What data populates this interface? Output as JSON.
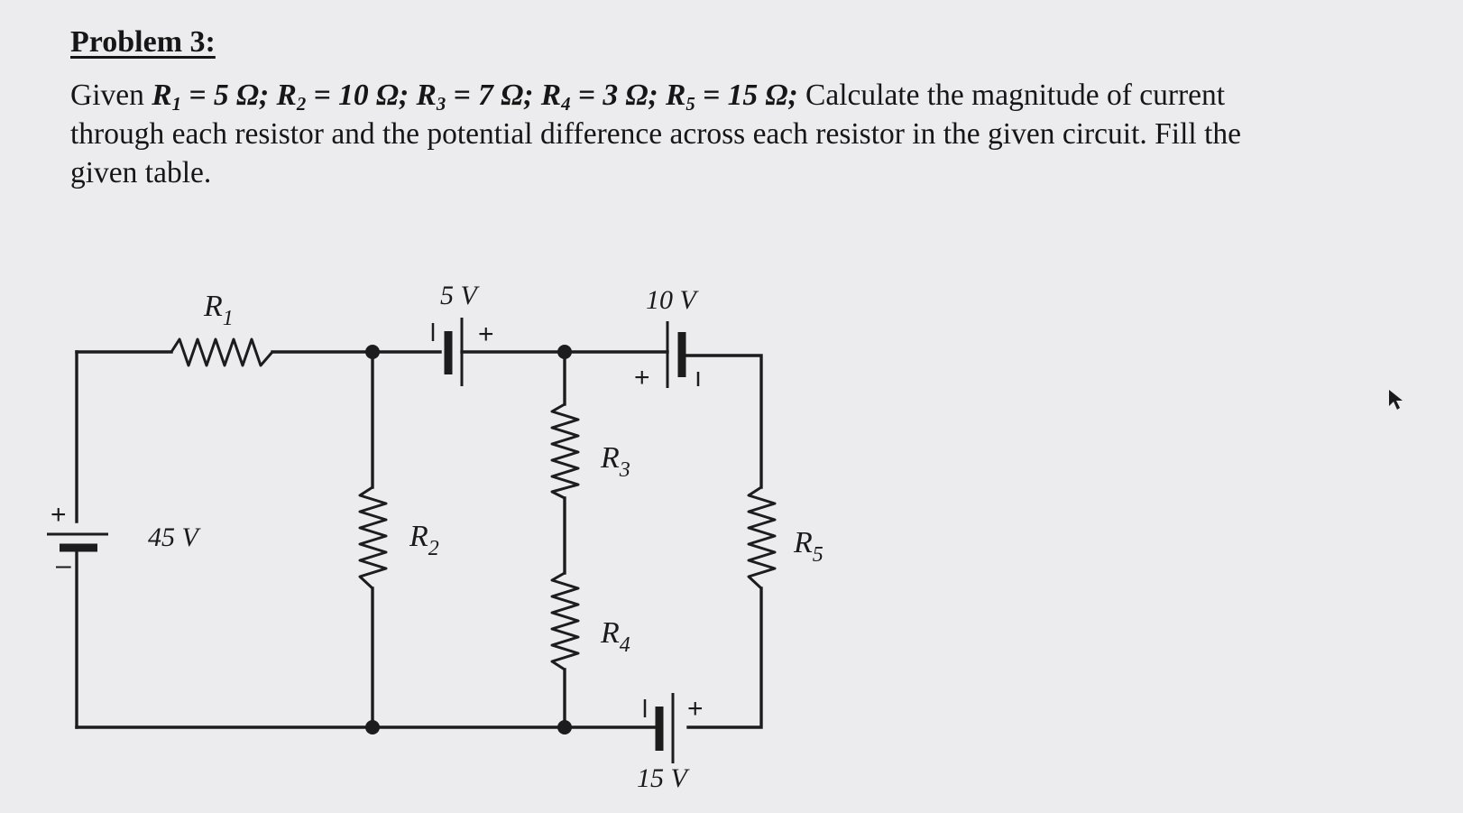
{
  "problem": {
    "title": "Problem 3:",
    "given_word": "Given",
    "resistors": [
      {
        "sym": "R",
        "sub": "1",
        "val": " = 5 Ω;"
      },
      {
        "sym": "R",
        "sub": "2",
        "val": " = 10 Ω;"
      },
      {
        "sym": "R",
        "sub": "3",
        "val": " = 7 Ω;"
      },
      {
        "sym": "R",
        "sub": "4",
        "val": " = 3 Ω;"
      },
      {
        "sym": "R",
        "sub": "5",
        "val": " = 15 Ω;"
      }
    ],
    "statement_line1_tail": " Calculate the magnitude of current",
    "statement_line2": "through each resistor and the potential difference across each resistor in the given circuit. Fill the",
    "statement_line3": "given table."
  },
  "circuit": {
    "resistor_labels": {
      "r1": {
        "sym": "R",
        "sub": "1"
      },
      "r2": {
        "sym": "R",
        "sub": "2"
      },
      "r3": {
        "sym": "R",
        "sub": "3"
      },
      "r4": {
        "sym": "R",
        "sub": "4"
      },
      "r5": {
        "sym": "R",
        "sub": "5"
      }
    },
    "sources": {
      "v45": "45 V",
      "v5": "5 V",
      "v10": "10 V",
      "v15": "15 V"
    },
    "plus_sign": "+",
    "minus_sign": "–",
    "nodes": [
      "node-top-left",
      "node-top-middle",
      "node-bottom-left",
      "node-bottom-middle"
    ]
  }
}
